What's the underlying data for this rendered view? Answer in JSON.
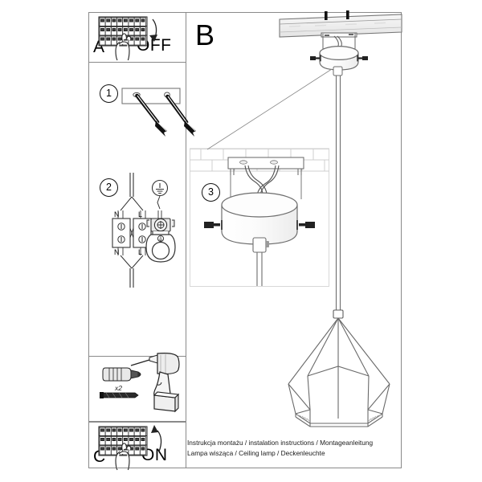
{
  "document": {
    "type": "assembly-instruction-sheet",
    "caption_line1": "Instrukcja montażu / instalation instructions / Montageanleitung",
    "caption_line2": "Lampa wisząca / Ceiling lamp  / Deckenleuchte"
  },
  "labels": {
    "panel_a": "A",
    "panel_b": "B",
    "panel_c": "C",
    "off": "OFF",
    "on": "ON",
    "quantity_x2": "x2",
    "step1": "1",
    "step2": "2",
    "step3": "3",
    "terminal_top_neutral": "N",
    "terminal_top_live": "L",
    "terminal_bottom_neutral": "N",
    "terminal_bottom_live": "L"
  },
  "panels": [
    {
      "id": "A",
      "name": "power-off-panel",
      "description": "Turn the circuit breaker OFF before installation"
    },
    {
      "id": "step-1",
      "name": "mounting-bracket-panel",
      "description": "Fix the mounting bar to the ceiling with two screws and wall plugs"
    },
    {
      "id": "step-2",
      "name": "wiring-panel",
      "description": "Connect neutral and live wires in the terminal block, earth to lamp holder"
    },
    {
      "id": "step-3",
      "name": "canopy-mounting-panel",
      "description": "Fit the canopy over the bracket and tighten the side set screws"
    },
    {
      "id": "tools",
      "name": "tools-panel",
      "description": "Wall plug and screw x2, power drill"
    },
    {
      "id": "C",
      "name": "power-on-panel",
      "description": "Switch the circuit breaker back ON"
    },
    {
      "id": "B",
      "name": "main-assembly-panel",
      "description": "Assembled pendant lamp with geometric diamond wire shade hung from ceiling"
    }
  ],
  "colors": {
    "line": "#555555",
    "frame": "#8a8a8a",
    "ink": "#111111",
    "fillLight": "#f2f2f2",
    "paper": "#ffffff"
  }
}
